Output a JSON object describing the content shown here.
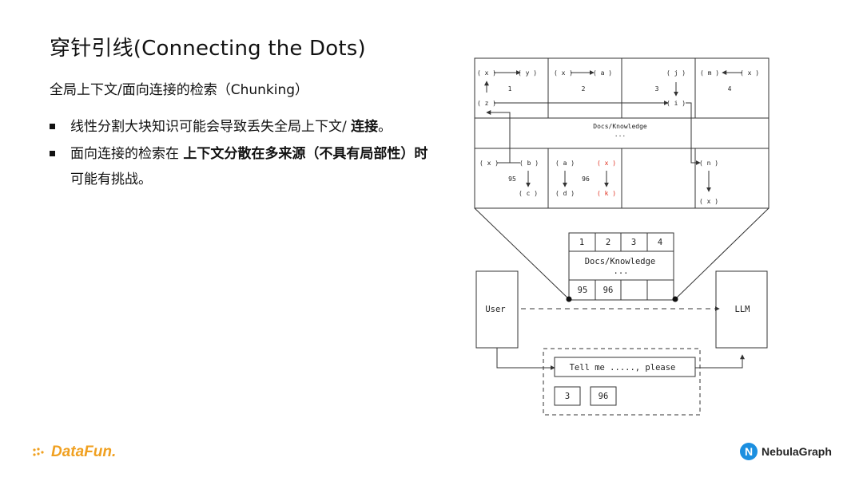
{
  "slide": {
    "title": "穿针引线(Connecting the Dots)",
    "subtitle": "全局上下文/面向连接的检索（Chunking）",
    "bullets": [
      {
        "pre": "线性分割大块知识可能会导致丢失全局上下文/ ",
        "bold": "连接",
        "post": "。"
      },
      {
        "pre": "面向连接的检索在 ",
        "bold": "上下文分散在多来源（不具有局部性）时",
        "post": " 可能有挑战。"
      }
    ]
  },
  "diagram": {
    "top_nodes": {
      "x1": "( x )",
      "y": "( y )",
      "x2": "( x )",
      "a1": "( a )",
      "j": "( j )",
      "m": "( m )",
      "x3": "( x )",
      "z": "( z )",
      "i": "( i )",
      "x4": "( x )",
      "b": "( b )",
      "a2": "( a )",
      "xr": "( x )",
      "n": "( n )",
      "c": "( c )",
      "d": "( d )",
      "k": "( k )",
      "x5": "( x )"
    },
    "top_labels": {
      "n1": "1",
      "n2": "2",
      "n3": "3",
      "n4": "4",
      "n95": "95",
      "n96": "96"
    },
    "top_docs": {
      "line1": "Docs/Knowledge",
      "line2": "..."
    },
    "table": {
      "c1": "1",
      "c2": "2",
      "c3": "3",
      "c4": "4",
      "docs": "Docs/Knowledge",
      "dots": "...",
      "c95": "95",
      "c96": "96"
    },
    "user": "User",
    "llm": "LLM",
    "prompt": "Tell me ....., please",
    "results": {
      "r1": "3",
      "r2": "96"
    }
  },
  "logos": {
    "left": "DataFun.",
    "right": "NebulaGraph"
  },
  "colors": {
    "highlight": "#e03020",
    "line": "#333333",
    "datafun": "#f0a020",
    "nebula": "#1b8fe0"
  }
}
